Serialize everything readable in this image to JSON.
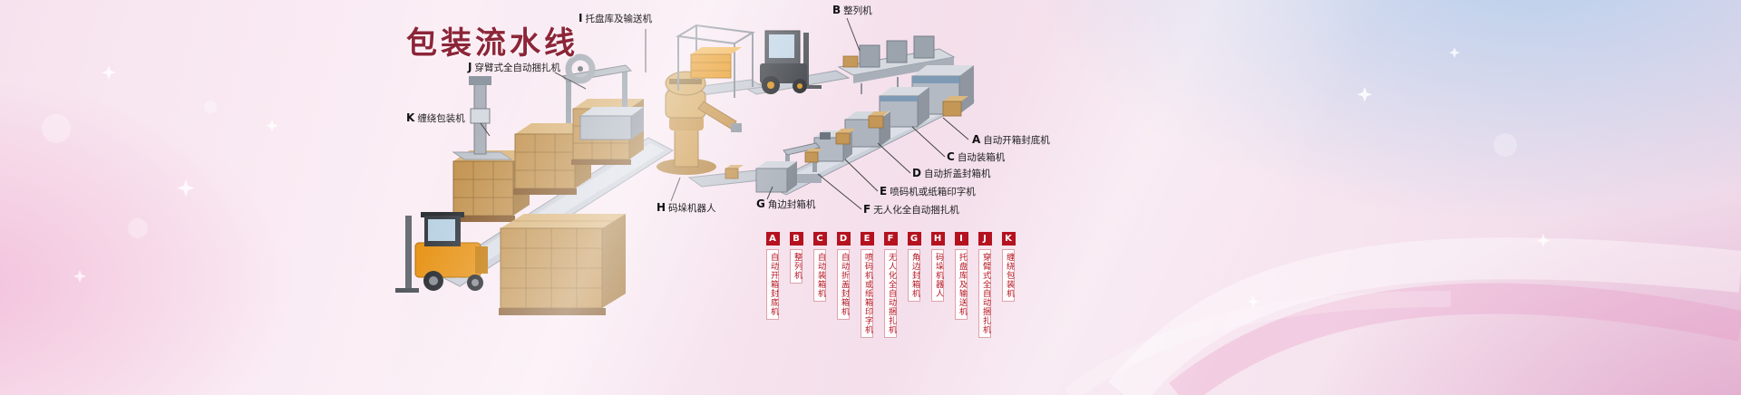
{
  "title": "包装流水线",
  "colors": {
    "accent_red": "#b5121f",
    "title_maroon": "#8c2538"
  },
  "machines": [
    {
      "letter": "A",
      "name": "自动开箱封底机"
    },
    {
      "letter": "B",
      "name": "整列机"
    },
    {
      "letter": "C",
      "name": "自动装箱机"
    },
    {
      "letter": "D",
      "name": "自动折盖封箱机"
    },
    {
      "letter": "E",
      "name": "喷码机或纸箱印字机"
    },
    {
      "letter": "F",
      "name": "无人化全自动捆扎机"
    },
    {
      "letter": "G",
      "name": "角边封箱机"
    },
    {
      "letter": "H",
      "name": "码垛机器人"
    },
    {
      "letter": "I",
      "name": "托盘库及输送机"
    },
    {
      "letter": "J",
      "name": "穿臂式全自动捆扎机"
    },
    {
      "letter": "K",
      "name": "缠绕包装机"
    }
  ]
}
